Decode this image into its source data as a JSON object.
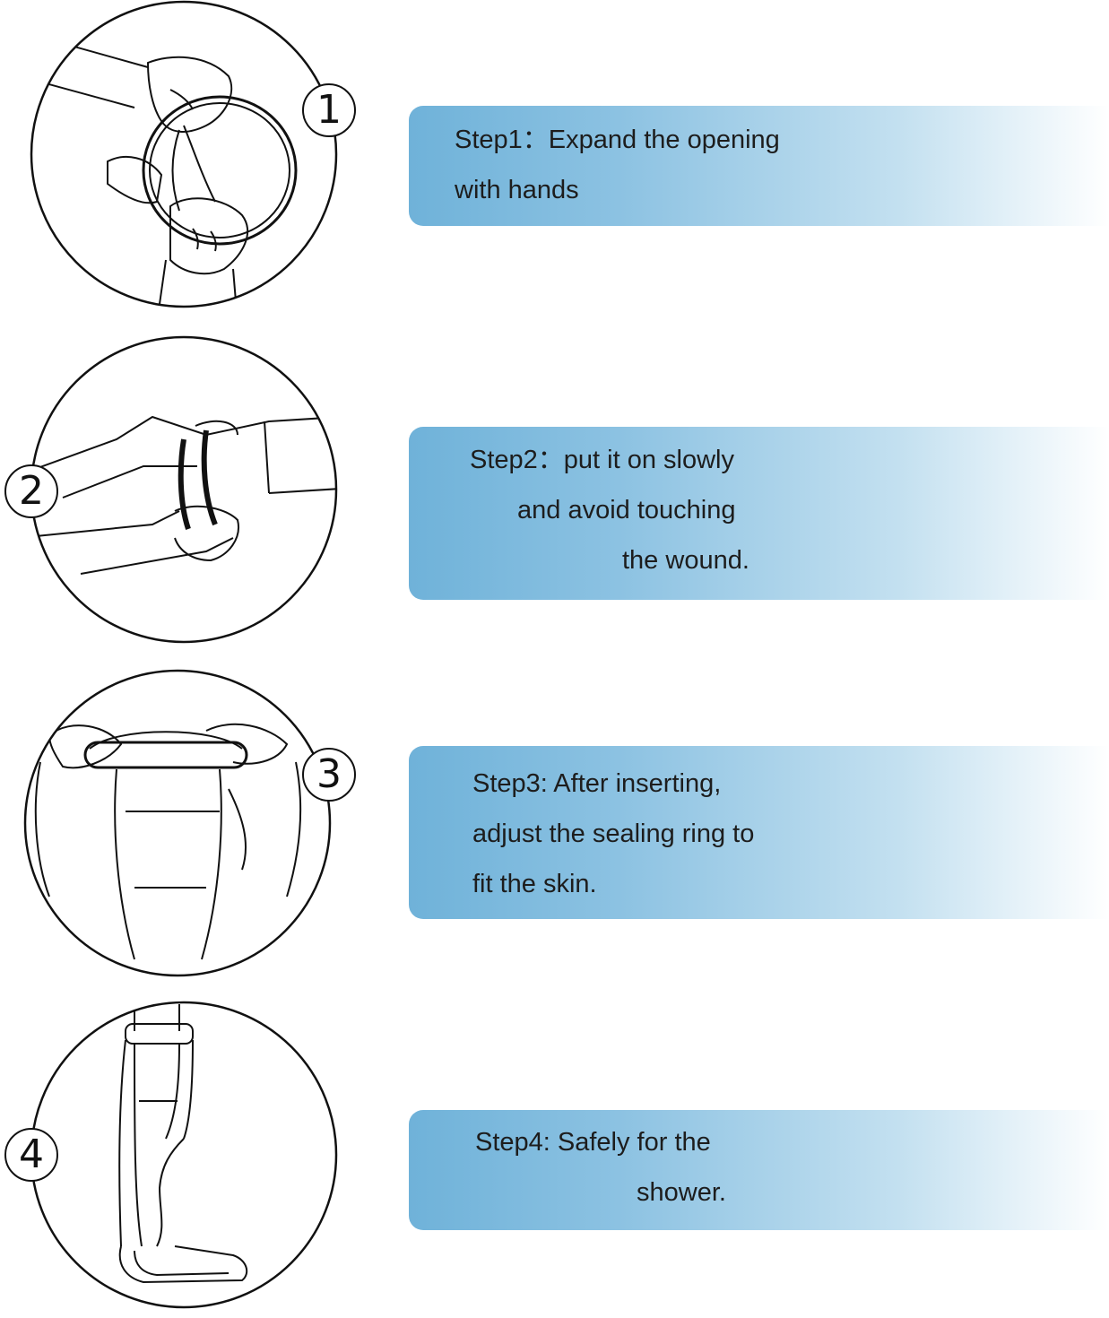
{
  "steps": [
    {
      "number": "1",
      "lines": [
        "Step1：Expand the opening",
        "with hands"
      ]
    },
    {
      "number": "2",
      "lines": [
        "Step2：put it on slowly",
        "and avoid touching",
        "the wound."
      ]
    },
    {
      "number": "3",
      "lines": [
        "Step3:  After inserting,",
        "adjust the sealing ring to",
        "fit the skin."
      ]
    },
    {
      "number": "4",
      "lines": [
        "Step4:  Safely for the",
        "shower."
      ]
    }
  ],
  "colors": {
    "banner_start": "#6fb2d9",
    "banner_end": "#ffffff",
    "line_art": "#111111"
  },
  "icons": [
    "hands-stretching-opening-illustration",
    "arm-insertion-illustration",
    "sealing-ring-adjust-illustration",
    "leg-cover-shower-illustration"
  ]
}
